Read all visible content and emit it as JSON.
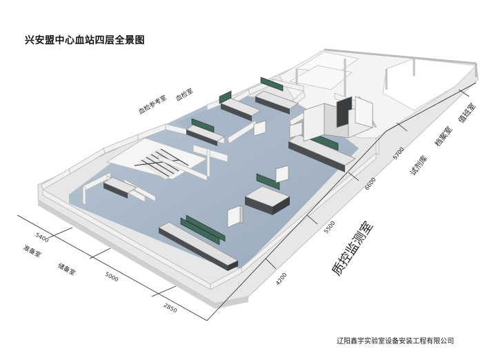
{
  "title": "兴安盟中心血站四层全景图",
  "company": "辽阳鑫宇实验室设备安装工程有限公司",
  "room_labels": {
    "blood_exam_room": "血检室",
    "blood_exam_ref_room": "血检参考室",
    "prep_room": "准备室",
    "storage_room": "储备室",
    "room_right_1": "试剂库",
    "room_right_2": "档案室",
    "room_right_3": "值班室",
    "quality_room": "质控监测室"
  },
  "dimensions": {
    "d_left_1": "5400",
    "d_left_2": "5000",
    "d_left_3": "2850",
    "d_right_1": "4200",
    "d_right_2": "5500",
    "d_right_3": "6600",
    "d_right_4": "5700"
  },
  "colors": {
    "floor": "#a9b8c8",
    "wall_top": "#f2f2f2",
    "wall_side": "#c9c9c9",
    "bench_dark": "#4a4e52",
    "glass": "#3f6a5a"
  }
}
